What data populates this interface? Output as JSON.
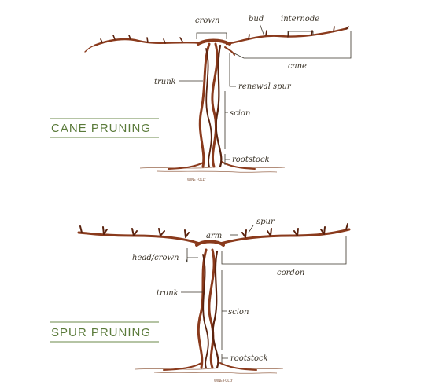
{
  "cane": {
    "title": "CANE PRUNING",
    "labels": {
      "crown": "crown",
      "bud": "bud",
      "internode": "internode",
      "cane": "cane",
      "trunk": "trunk",
      "renewal_spur": "renewal spur",
      "scion": "scion",
      "rootstock": "rootstock"
    },
    "signature": "WINE FOLLY"
  },
  "spur": {
    "title": "SPUR PRUNING",
    "labels": {
      "spur": "spur",
      "arm": "arm",
      "head_crown": "head/crown",
      "cordon": "cordon",
      "trunk": "trunk",
      "scion": "scion",
      "rootstock": "rootstock"
    },
    "signature": "WINE FOLLY"
  },
  "colors": {
    "vine": "#8a3a1c",
    "vine_dark": "#5a220e",
    "title_green": "#5a7a3a",
    "label_ink": "#3a3328"
  }
}
